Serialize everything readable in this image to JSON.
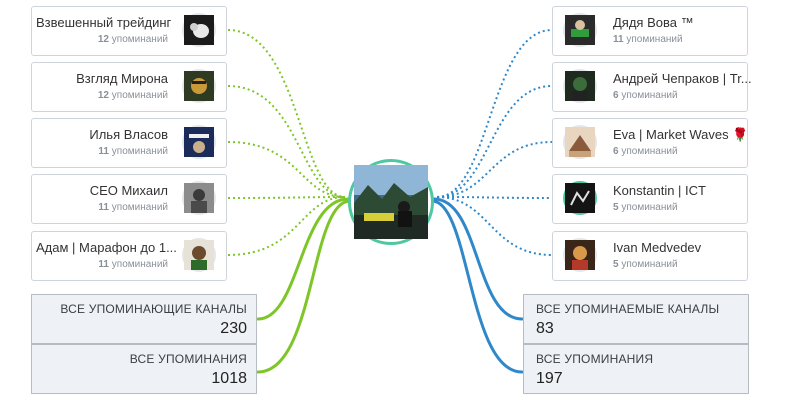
{
  "colors": {
    "left_line": "#7ec628",
    "right_line": "#2f88c9",
    "center_ring": "#4fc7a0"
  },
  "center": {
    "icon": "channel-photo-icon"
  },
  "left_channels": [
    {
      "name": "Взвешенный трейдинг",
      "count": "12",
      "unit": "упоминаний",
      "icon": "avatar-icon"
    },
    {
      "name": "Взгляд Мирона",
      "count": "12",
      "unit": "упоминаний",
      "icon": "avatar-icon"
    },
    {
      "name": "Илья Власов",
      "count": "11",
      "unit": "упоминаний",
      "icon": "avatar-icon"
    },
    {
      "name": "CEO Михаил",
      "count": "11",
      "unit": "упоминаний",
      "icon": "avatar-icon"
    },
    {
      "name": "Адам | Марафон до 1...",
      "count": "11",
      "unit": "упоминаний",
      "icon": "avatar-icon"
    }
  ],
  "right_channels": [
    {
      "name": "Дядя Вова ™",
      "count": "11",
      "unit": "упоминаний",
      "icon": "avatar-icon"
    },
    {
      "name": "Андрей Чепраков | Tr...",
      "count": "6",
      "unit": "упоминаний",
      "icon": "avatar-icon"
    },
    {
      "name": "Eva | Market Waves 🌹",
      "count": "6",
      "unit": "упоминаний",
      "icon": "avatar-icon"
    },
    {
      "name": "Konstantin | ICT",
      "count": "5",
      "unit": "упоминаний",
      "icon": "avatar-icon"
    },
    {
      "name": "Ivan Medvedev",
      "count": "5",
      "unit": "упоминаний",
      "icon": "avatar-icon"
    }
  ],
  "left_stats": [
    {
      "label": "ВСЕ УПОМИНАЮЩИЕ КАНАЛЫ",
      "value": "230"
    },
    {
      "label": "ВСЕ УПОМИНАНИЯ",
      "value": "1018"
    }
  ],
  "right_stats": [
    {
      "label": "ВСЕ УПОМИНАЕМЫЕ КАНАЛЫ",
      "value": "83"
    },
    {
      "label": "ВСЕ УПОМИНАНИЯ",
      "value": "197"
    }
  ]
}
